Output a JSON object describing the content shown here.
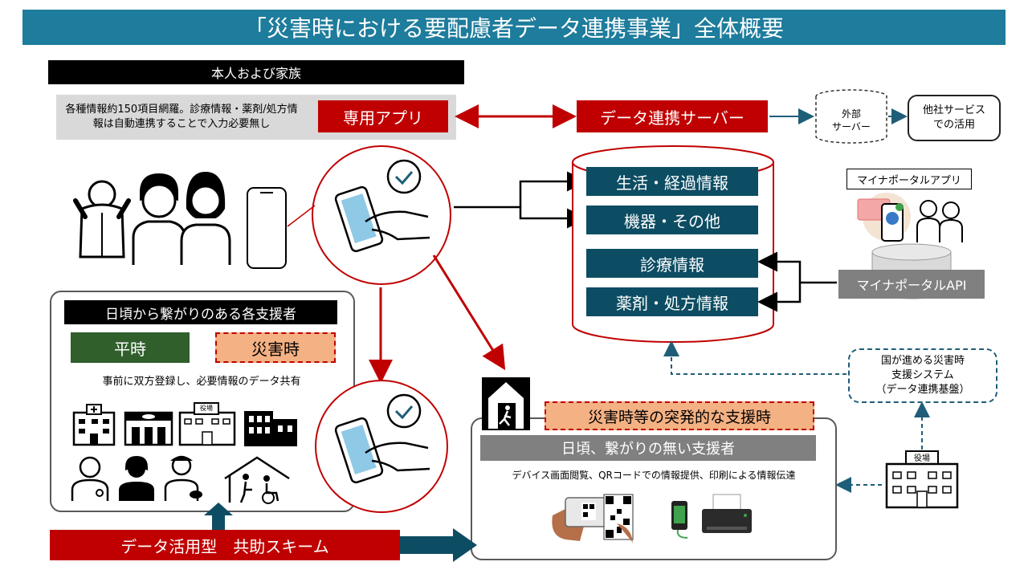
{
  "title": "「災害時における要配慮者データ連携事業」全体概要",
  "top_left": {
    "header": "本人および家族",
    "description": "各種情報約150項目網羅。診療情報・薬剤/処方情報は自動連携することで入力必要無し",
    "app_label": "専用アプリ"
  },
  "server": {
    "label": "データ連携サーバー",
    "external_server": "外部\nサーバー",
    "other_service": "他社サービス\nでの活用"
  },
  "database": {
    "items": [
      "生活・経過情報",
      "機器・その他",
      "診療情報",
      "薬剤・処方情報"
    ]
  },
  "myna": {
    "app_label": "マイナポータルアプリ",
    "api_label": "マイナポータルAPI"
  },
  "national_system": "国が進める災害時\n支援システム\n（データ連携基盤）",
  "supporters": {
    "header": "日頃から繋がりのある各支援者",
    "normal": "平時",
    "disaster": "災害時",
    "description": "事前に双方登録し、必要情報のデータ共有",
    "building_sign": "役場"
  },
  "emergency": {
    "label": "災害時等の突発的な支援時",
    "header": "日頃、繋がりの無い支援者",
    "description": "デバイス画面閲覧、QRコードでの情報提供、印刷による情報伝達"
  },
  "town_hall_sign": "役場",
  "bottom_label": "データ活用型　共助スキーム",
  "colors": {
    "title_bg": "#1e7c9c",
    "red": "#c00000",
    "teal": "#0d4d63",
    "green": "#305f2c",
    "salmon": "#f4b183",
    "gray": "#808080"
  }
}
